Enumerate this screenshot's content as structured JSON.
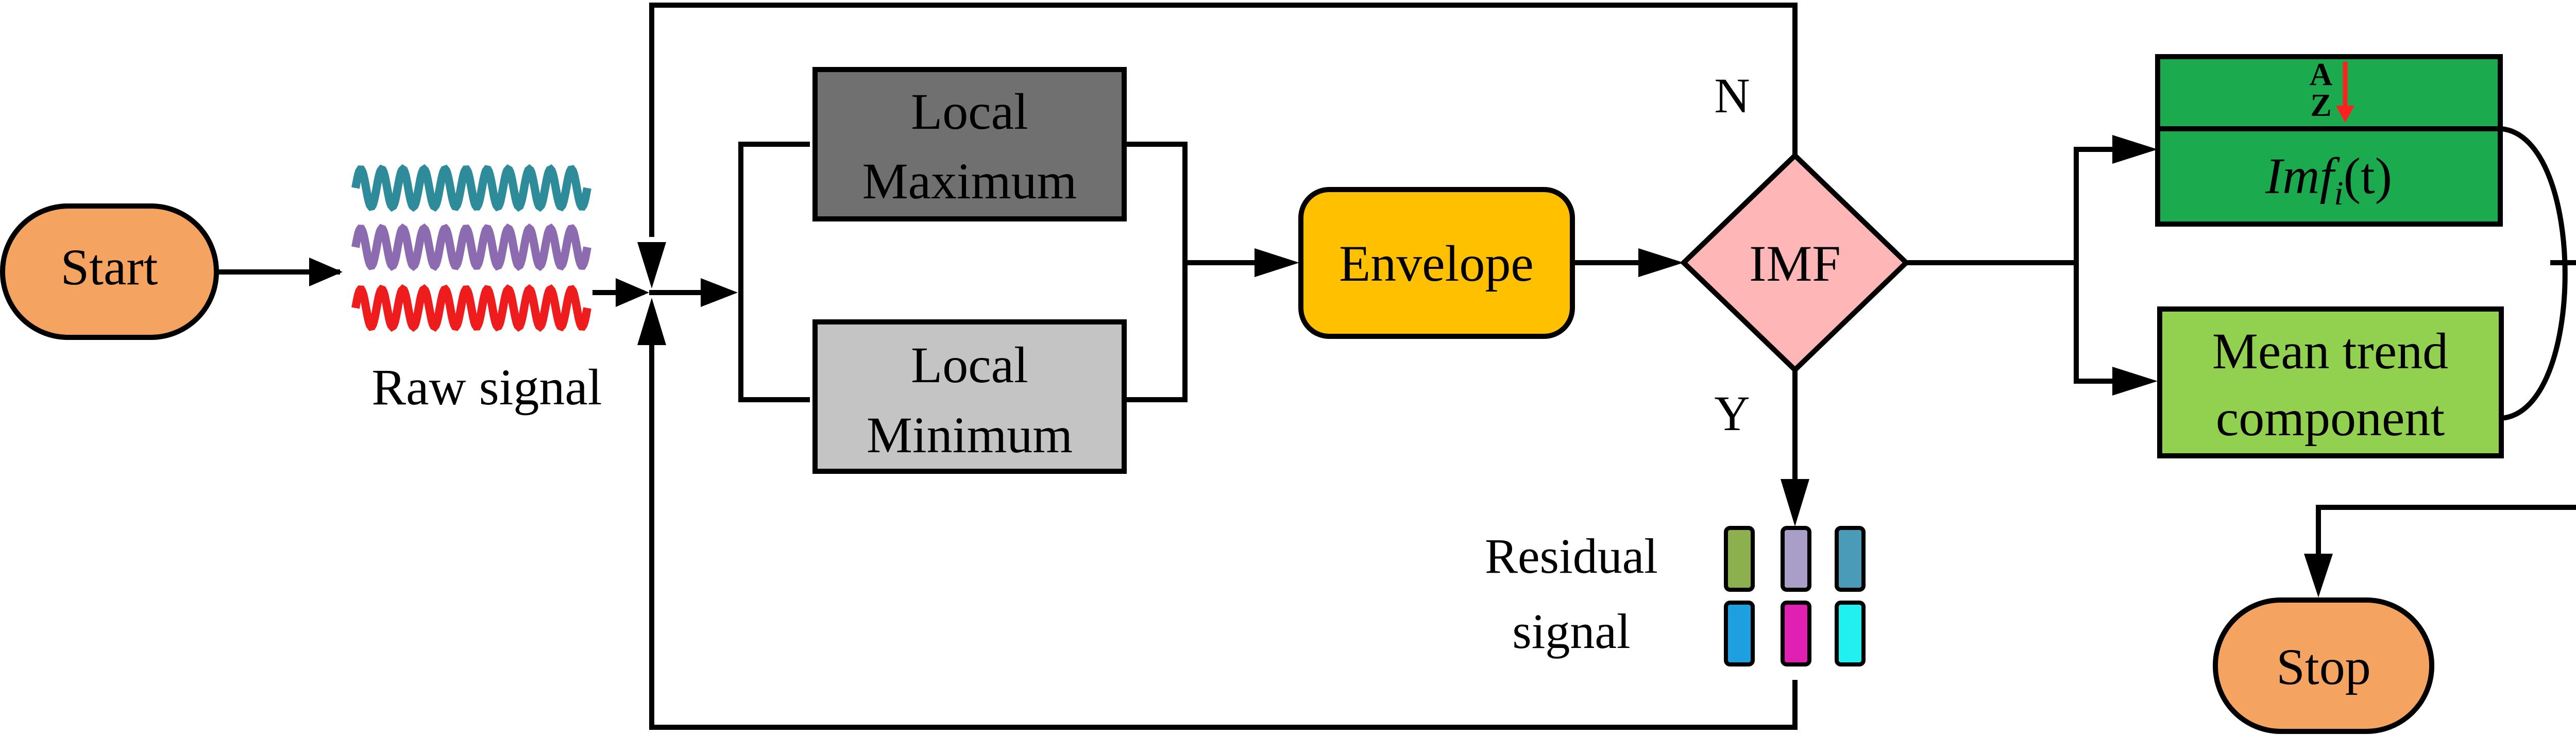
{
  "nodes": {
    "start": "Start",
    "stop": "Stop",
    "raw_signal": "Raw signal",
    "local_max_line1": "Local",
    "local_max_line2": "Maximum",
    "local_min_line1": "Local",
    "local_min_line2": "Minimum",
    "envelope": "Envelope",
    "imf": "IMF",
    "imf_fn_main": "Imf",
    "imf_fn_sub": "i",
    "imf_fn_arg": "(t)",
    "sort_a": "A",
    "sort_z": "Z",
    "mean_trend_line1": "Mean trend",
    "mean_trend_line2": "component",
    "residual_line1": "Residual",
    "residual_line2": "signal"
  },
  "edge_labels": {
    "no": "N",
    "yes": "Y"
  },
  "icons": {
    "sort": "sort-az-descending-icon",
    "waveform": "sine-wave-icon",
    "residual": "color-blocks-icon"
  },
  "colors": {
    "start_stop": "#F4A460",
    "local_max": "#707070",
    "local_min": "#C4C4C4",
    "envelope": "#FFC000",
    "imf": "#FFB6B6",
    "imf_box": "#1BAA4E",
    "mean_trend": "#92D050",
    "sort_icon": "#FF2020",
    "wave_teal": "#2E8B9A",
    "wave_purple": "#8C6BB1",
    "wave_red": "#EE1C1C",
    "residual_colors": [
      "#8DB04F",
      "#A89EC7",
      "#4A9BB8",
      "#1E9FE0",
      "#E020B0",
      "#20F0F0"
    ]
  }
}
